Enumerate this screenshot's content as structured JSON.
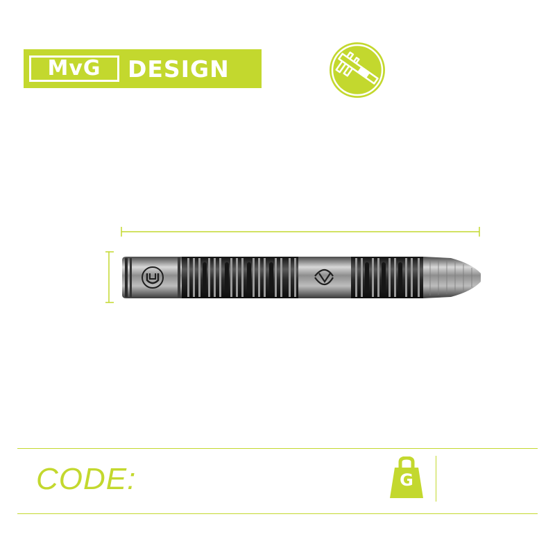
{
  "brand": {
    "logo_box_text": "MvG",
    "logo_word": "DESIGN",
    "accent_color": "#c3d82e"
  },
  "icons": {
    "caliper": "caliper-icon",
    "weight": "weight-icon",
    "mvg_emblem": "mvg-emblem-icon"
  },
  "info": {
    "code_label": "CODE:",
    "weight_letter": "G"
  }
}
